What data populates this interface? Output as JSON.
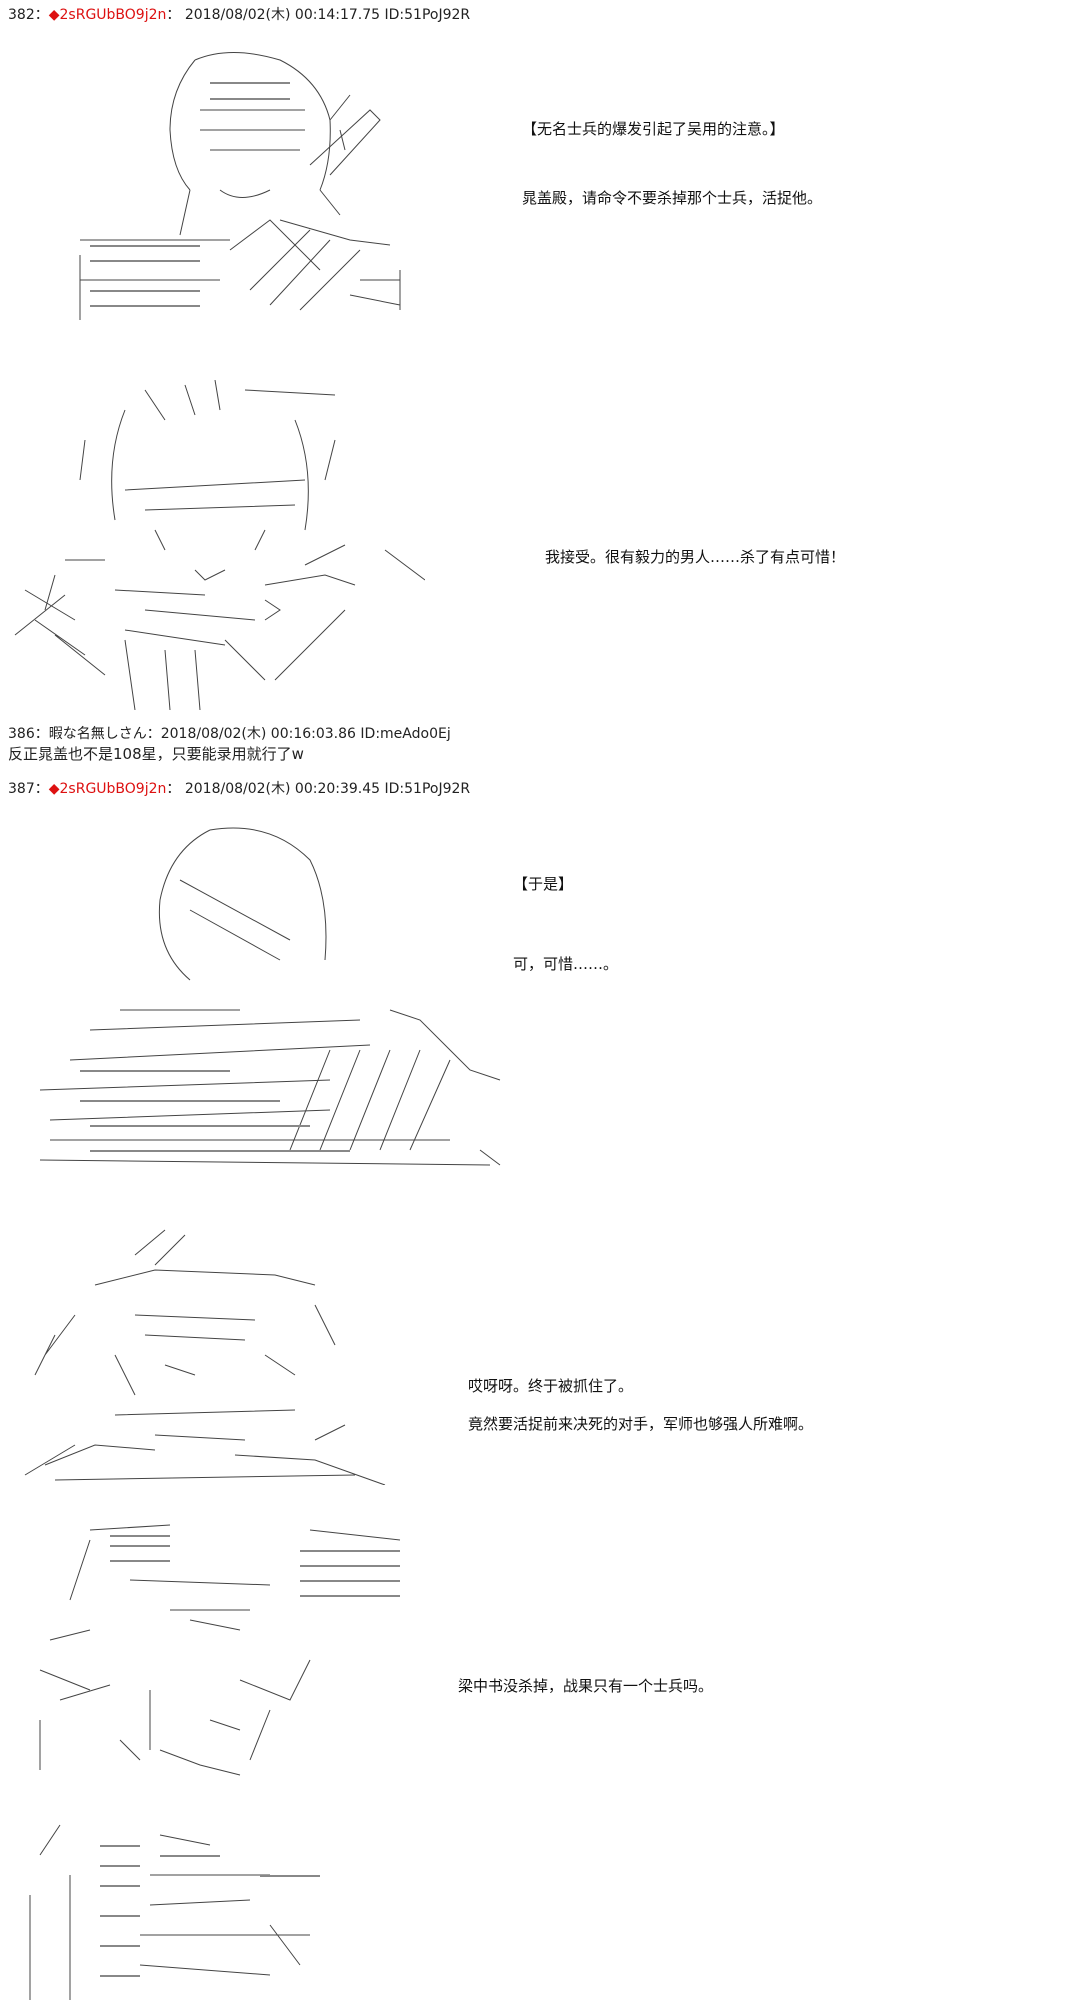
{
  "posts": [
    {
      "number": "382",
      "sep": "：",
      "trip_mark": "◆",
      "trip": "2sRGUbBO9j2n",
      "sep2": "：",
      "datetime": "2018/08/02(木) 00:14:17.75",
      "id": "ID:51PoJ92R"
    },
    {
      "number": "386",
      "sep": "：",
      "name": "暇な名無しさん",
      "sep2": "：",
      "datetime": "2018/08/02(木) 00:16:03.86",
      "id": "ID:meAdo0Ej",
      "body": "反正晁盖也不是108星，只要能录用就行了w"
    },
    {
      "number": "387",
      "sep": "：",
      "trip_mark": "◆",
      "trip": "2sRGUbBO9j2n",
      "sep2": "：",
      "datetime": "2018/08/02(木) 00:20:39.45",
      "id": "ID:51PoJ92R"
    }
  ],
  "dialogue": {
    "p382_a1": "【无名士兵的爆发引起了吴用的注意。】",
    "p382_a2": "晁盖殿，请命令不要杀掉那个士兵，活捉他。",
    "p382_b1": "我接受。很有毅力的男人……杀了有点可惜！",
    "p387_a1": "【于是】",
    "p387_a2": "可，可惜……。",
    "p387_b1": "哎呀呀。终于被抓住了。",
    "p387_b2": "竟然要活捉前来决死的对手，军师也够强人所难啊。",
    "p387_c1": "梁中书没杀掉，战果只有一个士兵吗。"
  }
}
